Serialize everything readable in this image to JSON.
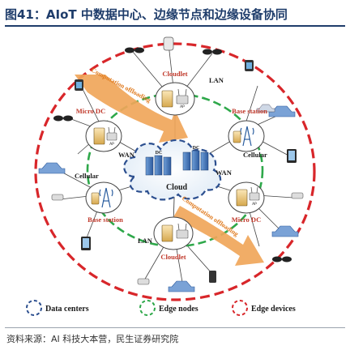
{
  "title": "图41：AIoT 中数据中心、边缘节点和边缘设备协同",
  "source": "资料来源：AI 科技大本营，民生证券研究院",
  "colors": {
    "title": "#1f3d6b",
    "outer_ring": "#d8262a",
    "middle_ring": "#2ea84a",
    "inner_ring": "#2c4f8f",
    "arrow": "#f0a65a",
    "label_red": "#c0392b",
    "label_dark": "#1a1a1a"
  },
  "diagram": {
    "nodes": {
      "cloud": "Cloud",
      "dc_left": "DC",
      "dc_right": "DC",
      "cloudlet_top": "Cloudlet",
      "micro_dc_left": "Micro DC",
      "base_station_right": "Base station",
      "base_station_left": "Base station",
      "micro_dc_right": "Micro DC",
      "cloudlet_bottom": "Cloudlet",
      "ap": "AP"
    },
    "links": {
      "lan_top": "LAN",
      "wan_left": "WAN",
      "cellular_right": "Cellular",
      "cellular_left": "Cellular",
      "wan_right": "WAN",
      "lan_bottom": "LAN"
    },
    "arrows": {
      "offloading_top": "Computation offloading",
      "offloading_bottom": "Computation offloading"
    },
    "legend": [
      {
        "label": "Data centers",
        "color": "#2c4f8f"
      },
      {
        "label": "Edge nodes",
        "color": "#2ea84a"
      },
      {
        "label": "Edge devices",
        "color": "#d8262a"
      }
    ]
  },
  "icons": [
    "server-icon",
    "router-icon",
    "base-station-icon",
    "car-icon",
    "smart-glasses-icon",
    "smartwatch-icon",
    "tablet-icon",
    "cctv-camera-icon",
    "smart-speaker-icon",
    "phone-icon"
  ]
}
